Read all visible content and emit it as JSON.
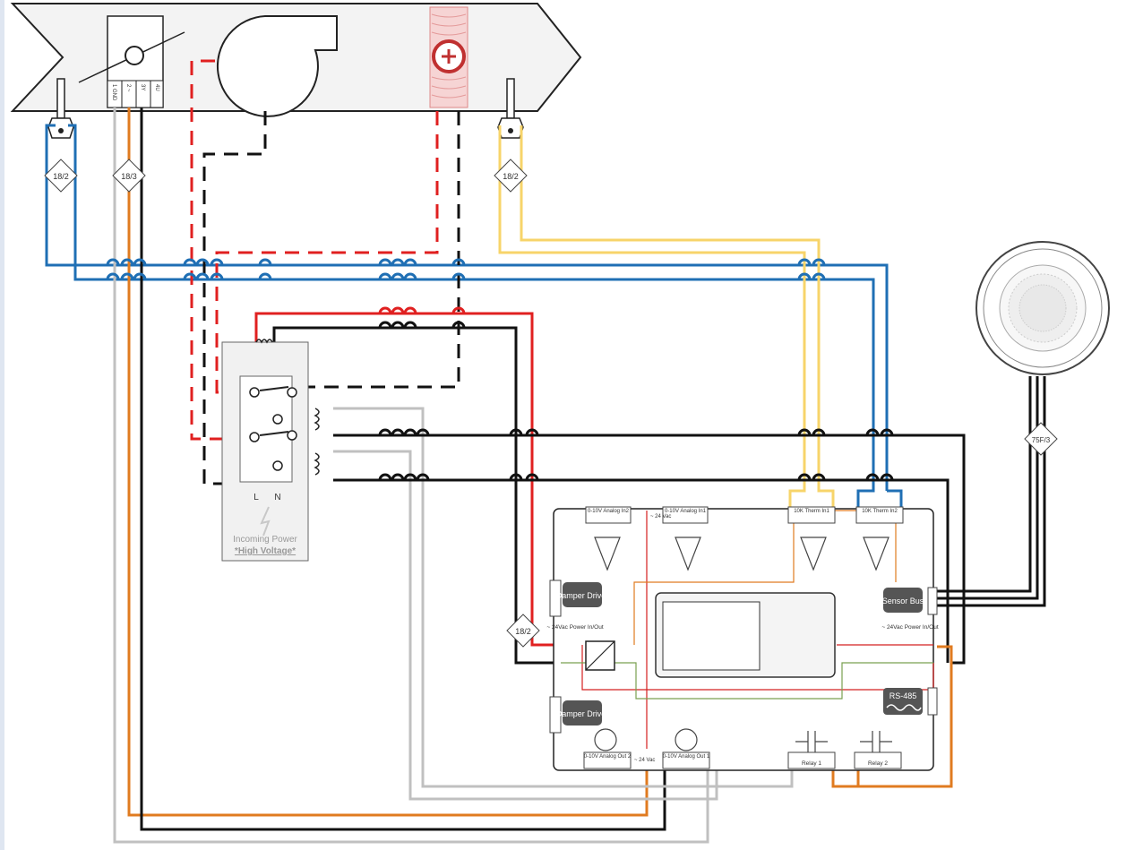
{
  "ahu": {
    "terminals": [
      "1 GND",
      "2 ~",
      "3Y",
      "4U"
    ]
  },
  "wire_tags": {
    "return_sensor": "18/2",
    "actuator": "18/3",
    "supply_sensor": "18/2",
    "power": "18/2",
    "room_sensor": "75F/3"
  },
  "power_box": {
    "line_label": "L",
    "neutral_label": "N",
    "title": "Incoming Power",
    "subtitle": "*High Voltage*"
  },
  "controller": {
    "analog_in_2": "0-10V Analog In2",
    "analog_in_1": "0-10V Analog In1",
    "therm_in_1": "10K Therm In1",
    "therm_in_2": "10K Therm In2",
    "damper_driver_top": "Damper Driver",
    "damper_driver_bottom": "Damper Driver",
    "power_left": "~ 24Vac Power In/Out",
    "power_right": "~ 24Vac Power In/Out",
    "sensor_bus": "Sensor Bus",
    "rs485": "RS-485",
    "vac_top": "~ 24 Vac",
    "vac_bottom": "~ 24 Vac",
    "analog_out_2": "0-10V Analog Out 2",
    "analog_out_1": "0-10V Analog Out 1",
    "relay_1": "Relay 1",
    "relay_2": "Relay 2"
  },
  "colors": {
    "blue_wire": "#1f6fb4",
    "orange_wire": "#e07b20",
    "red_wire": "#e02020",
    "yellow_wire": "#f7d46a",
    "gray_wire": "#c0c0c0"
  }
}
